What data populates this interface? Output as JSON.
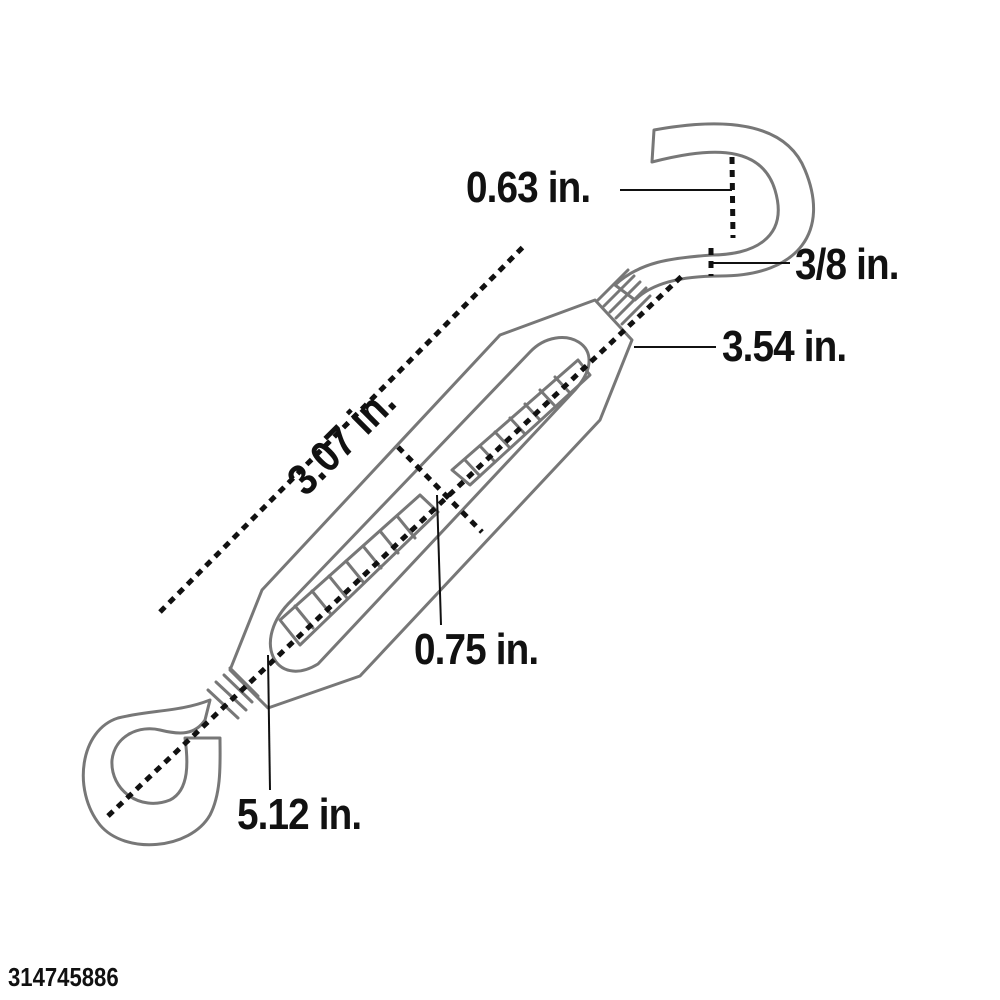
{
  "diagram": {
    "subject": "turnbuckle hook-and-eye",
    "stroke_color": "#777777",
    "dimension_color": "#111111",
    "labels": {
      "hook_opening": "0.63 in.",
      "hook_wire_diameter": "3/8 in.",
      "body_length": "3.54 in.",
      "body_opening_length": "3.07 in.",
      "body_width": "0.75 in.",
      "overall_length": "5.12 in."
    },
    "product_id": "314745886"
  }
}
